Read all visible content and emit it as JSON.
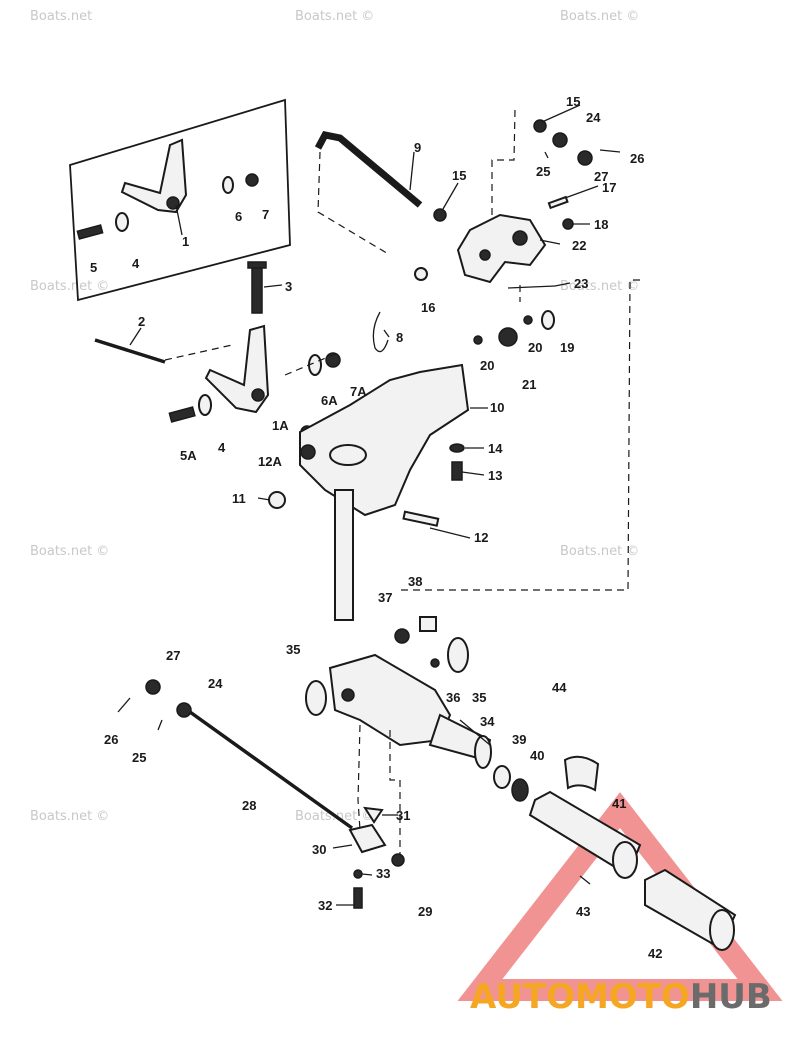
{
  "diagram": {
    "watermarks": [
      "Boats.net",
      "Boats.net ©",
      "Boats.net ©",
      "Boats.net ©",
      "Boats.net ©",
      "Boats.net ©",
      "Boats.net ©",
      "Boats.net ©",
      "Boats.net ©"
    ],
    "labels": [
      "1",
      "1A",
      "2",
      "3",
      "4",
      "4",
      "5",
      "5A",
      "6",
      "6A",
      "7",
      "7A",
      "8",
      "9",
      "10",
      "11",
      "12",
      "12A",
      "13",
      "14",
      "15",
      "15",
      "16",
      "17",
      "18",
      "19",
      "20",
      "20",
      "21",
      "22",
      "23",
      "24",
      "24",
      "25",
      "25",
      "26",
      "26",
      "27",
      "27",
      "28",
      "29",
      "30",
      "31",
      "32",
      "33",
      "34",
      "35",
      "35",
      "36",
      "37",
      "38",
      "39",
      "40",
      "41",
      "42",
      "43",
      "44"
    ]
  },
  "logo": {
    "part1": "AUTOMOTO",
    "part2": "HUB",
    "accent": "#f5a623",
    "secondary": "#6b6b6b",
    "triangle": "#e83a3a"
  }
}
